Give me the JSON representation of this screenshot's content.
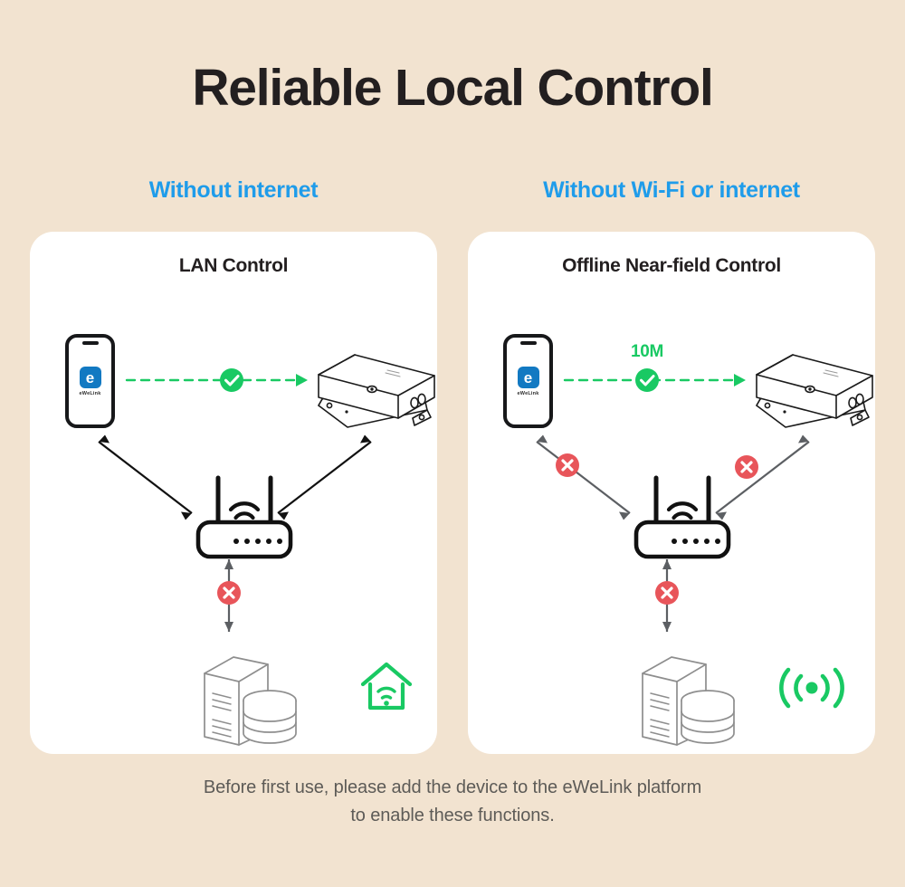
{
  "page": {
    "title": "Reliable Local Control",
    "background_color": "#f2e3d0",
    "accent_blue": "#1f9cea",
    "accent_green": "#19c963",
    "accent_red": "#e8555a",
    "text_dark": "#231f20"
  },
  "columns": [
    {
      "subheading": "Without internet",
      "card_title": "LAN Control",
      "phone_app_letter": "e",
      "phone_app_name": "eWeLink",
      "link_label": "",
      "status_icon": "check-circle-icon",
      "badge_icon": "home-wifi-icon",
      "connections": [
        {
          "from": "phone",
          "to": "device",
          "style": "dashed-green",
          "state": "ok"
        },
        {
          "from": "phone",
          "to": "router",
          "style": "solid-black",
          "state": "ok"
        },
        {
          "from": "router",
          "to": "device",
          "style": "solid-black",
          "state": "ok"
        },
        {
          "from": "router",
          "to": "server",
          "style": "solid-gray",
          "state": "blocked"
        }
      ]
    },
    {
      "subheading": "Without Wi-Fi or internet",
      "card_title": "Offline Near-field Control",
      "phone_app_letter": "e",
      "phone_app_name": "eWeLink",
      "link_label": "10M",
      "status_icon": "check-circle-icon",
      "badge_icon": "broadcast-signal-icon",
      "connections": [
        {
          "from": "phone",
          "to": "device",
          "style": "dashed-green",
          "state": "ok"
        },
        {
          "from": "phone",
          "to": "router",
          "style": "solid-gray",
          "state": "blocked"
        },
        {
          "from": "router",
          "to": "device",
          "style": "solid-gray",
          "state": "blocked"
        },
        {
          "from": "router",
          "to": "server",
          "style": "solid-gray",
          "state": "blocked"
        }
      ]
    }
  ],
  "footer": {
    "line1": "Before first use, please add the device to the eWeLink platform",
    "line2": "to enable these functions."
  }
}
